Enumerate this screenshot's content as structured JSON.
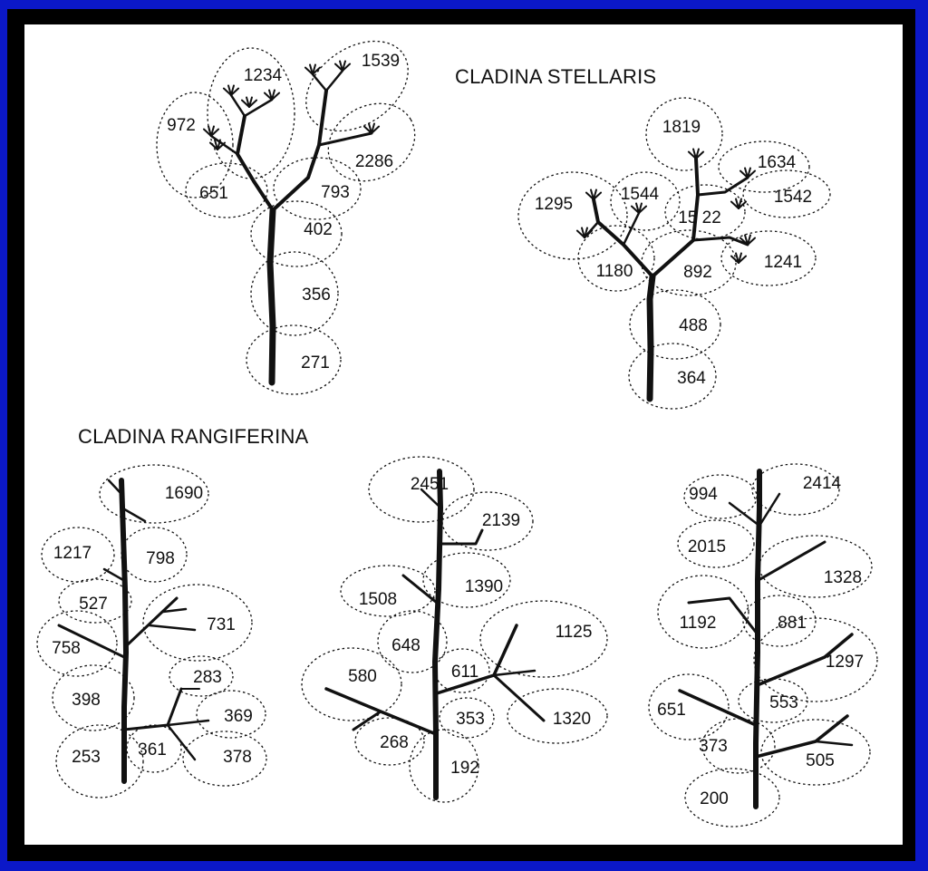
{
  "colors": {
    "background": "#0b18c8",
    "frame": "#000000",
    "panel": "#ffffff",
    "ink": "#111111",
    "accent_stripe": "#3a5cff"
  },
  "titles": {
    "stellaris": "CLADINA STELLARIS",
    "rangiferina": "CLADINA RANGIFERINA"
  },
  "segments": {
    "stellaris_1": [
      "1234",
      "1539",
      "972",
      "2286",
      "651",
      "793",
      "402",
      "356",
      "271"
    ],
    "stellaris_2": [
      "1819",
      "1634",
      "1295",
      "1544",
      "1542",
      "15 22",
      "1180",
      "892",
      "1241",
      "488",
      "364"
    ],
    "rangiferina_1": [
      "1690",
      "1217",
      "798",
      "527",
      "731",
      "758",
      "398",
      "283",
      "369",
      "253",
      "361",
      "378"
    ],
    "rangiferina_2": [
      "2451",
      "2139",
      "1390",
      "1508",
      "648",
      "1125",
      "580",
      "611",
      "353",
      "1320",
      "268",
      "192"
    ],
    "rangiferina_3": [
      "994",
      "2414",
      "2015",
      "1328",
      "1192",
      "881",
      "1297",
      "553",
      "651",
      "373",
      "505",
      "200"
    ]
  }
}
